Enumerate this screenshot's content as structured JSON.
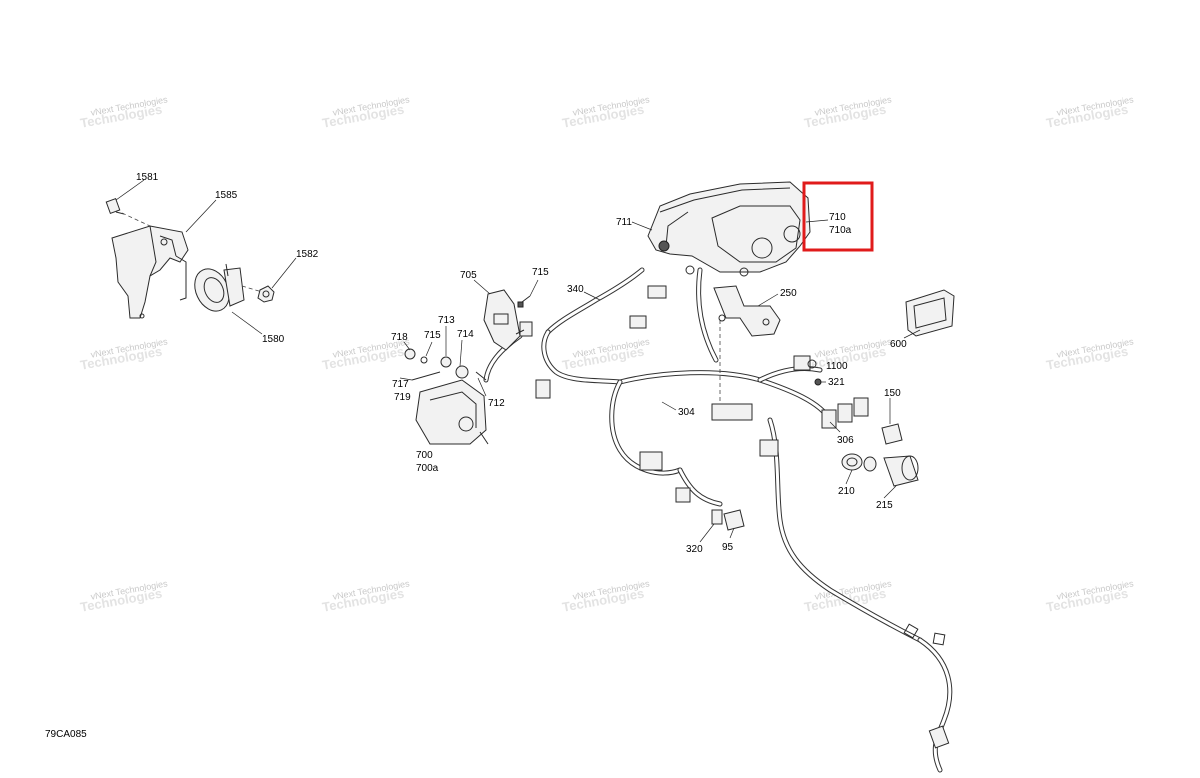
{
  "drawing_code": "79CA085",
  "watermark": {
    "line1": "vNext Technologies",
    "line2": "Technologies"
  },
  "highlight_color": "#e01b1b",
  "callouts": {
    "c1581": "1581",
    "c1585": "1585",
    "c1582": "1582",
    "c1580": "1580",
    "c711": "711",
    "c710": "710",
    "c710a": "710a",
    "c705": "705",
    "c715a": "715",
    "c340": "340",
    "c250": "250",
    "c718": "718",
    "c715b": "715",
    "c713": "713",
    "c714": "714",
    "c717": "717",
    "c719": "719",
    "c712": "712",
    "c700": "700",
    "c700a": "700a",
    "c600": "600",
    "c1100": "1100",
    "c321": "321",
    "c304": "304",
    "c150": "150",
    "c306": "306",
    "c210": "210",
    "c215": "215",
    "c320": "320",
    "c95": "95"
  }
}
